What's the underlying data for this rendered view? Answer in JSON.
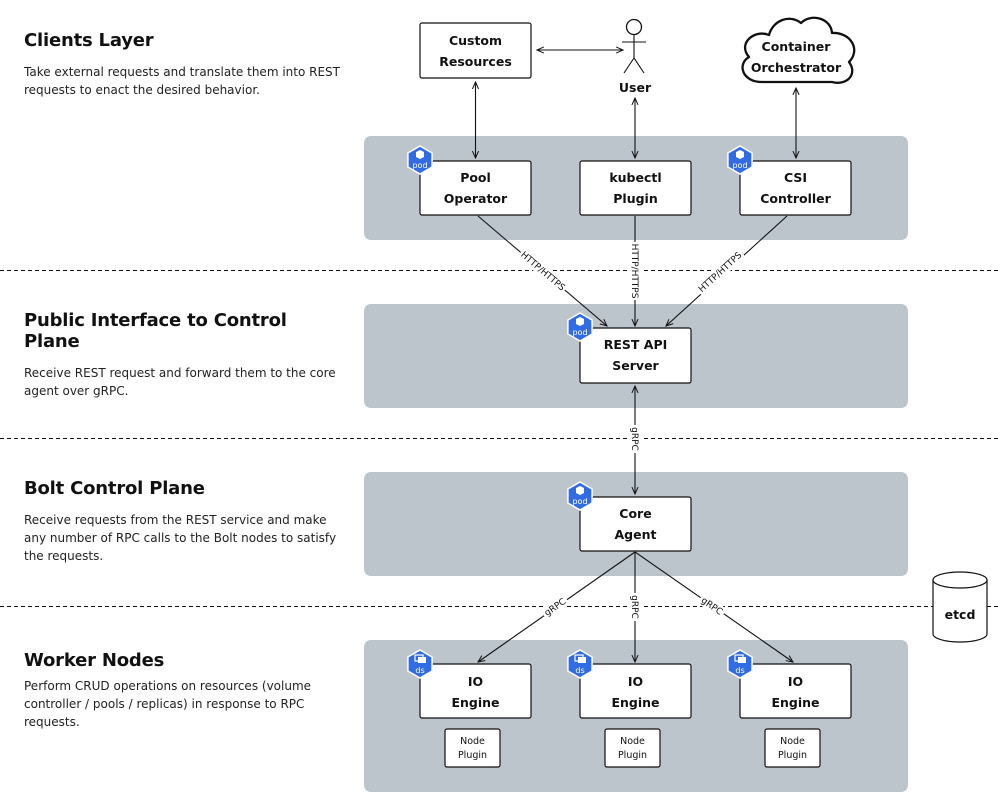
{
  "sections": [
    {
      "title": "Clients Layer",
      "desc": "Take external requests and translate them into REST requests to enact the desired behavior."
    },
    {
      "title": "Public Interface to Control Plane",
      "desc": "Receive REST request and forward them to the core agent over gRPC."
    },
    {
      "title": "Bolt Control Plane",
      "desc": "Receive requests from the REST service and make any number of  RPC calls to the Bolt nodes to satisfy the requests."
    },
    {
      "title": "Worker Nodes",
      "desc": "Perform CRUD operations on resources (volume controller / pools / replicas) in response to RPC requests."
    }
  ],
  "nodes": {
    "custom_resources": [
      "Custom",
      "Resources"
    ],
    "user": "User",
    "container_orchestrator": [
      "Container",
      "Orchestrator"
    ],
    "pool_operator": [
      "Pool",
      "Operator"
    ],
    "kubectl_plugin": [
      "kubectl",
      "Plugin"
    ],
    "csi_controller": [
      "CSI",
      "Controller"
    ],
    "rest_api_server": [
      "REST API",
      "Server"
    ],
    "core_agent": [
      "Core",
      "Agent"
    ],
    "io_engine_1": [
      "IO",
      "Engine"
    ],
    "io_engine_2": [
      "IO",
      "Engine"
    ],
    "io_engine_3": [
      "IO",
      "Engine"
    ],
    "node_plugin_1": [
      "Node",
      "Plugin"
    ],
    "node_plugin_2": [
      "Node",
      "Plugin"
    ],
    "node_plugin_3": [
      "Node",
      "Plugin"
    ],
    "etcd": "etcd"
  },
  "badges": {
    "pod": "pod",
    "ds": "ds"
  },
  "edge_labels": {
    "http1": "HTTP/HTTPS",
    "http2": "HTTP/HTTPS",
    "http3": "HTTP/HTTPS",
    "grpc_rest_core": "gRPC",
    "grpc_w1": "gRPC",
    "grpc_w2": "gRPC",
    "grpc_w3": "gRPC"
  },
  "colors": {
    "band": "#bdc5cc",
    "badge": "#326ce5"
  }
}
